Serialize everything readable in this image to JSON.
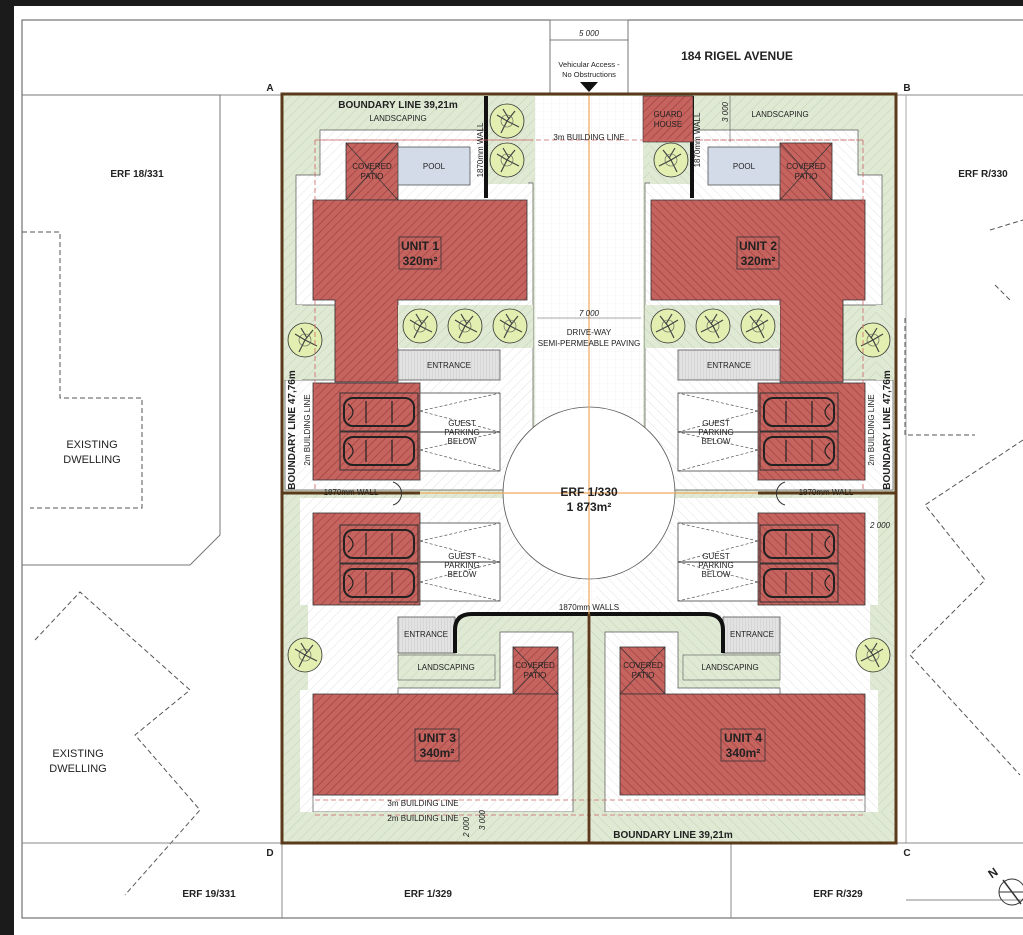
{
  "street": "184 RIGEL AVENUE",
  "access": {
    "dimension": "5 000",
    "line1": "Vehicular Access -",
    "line2": "No Obstructions"
  },
  "corners": {
    "a": "A",
    "b": "B",
    "c": "C",
    "d": "D"
  },
  "neighbours": {
    "erf_18_331": "ERF 18/331",
    "erf_r_330": "ERF R/330",
    "erf_19_331": "ERF 19/331",
    "erf_1_329": "ERF 1/329",
    "erf_r_329": "ERF R/329",
    "existing_1": [
      "EXISTING",
      "DWELLING"
    ],
    "existing_2": [
      "EXISTING",
      "DWELLING"
    ]
  },
  "site": {
    "erf": "ERF 1/330",
    "area": "1 873m²"
  },
  "boundaries": {
    "top": "BOUNDARY LINE 39,21m",
    "bottom": "BOUNDARY LINE 39,21m",
    "left": "BOUNDARY LINE 47,76m",
    "right": "BOUNDARY LINE 47,76m"
  },
  "lines": {
    "building_3m_top": "3m BUILDING LINE",
    "building_3m_bottom": "3m BUILDING LINE",
    "building_2m_bottom": "2m BUILDING LINE",
    "building_2m_left": "2m BUILDING LINE",
    "building_2m_right": "2m BUILDING LINE",
    "wall_left": "1870mm WALL",
    "wall_right": "1870mm WALL",
    "wall_top_left": "1870mm WALL",
    "wall_top_right": "1870mm WALL",
    "walls_center": "1870mm WALLS"
  },
  "dimensions": {
    "driveway_width": "7 000",
    "top_right": "3 000",
    "bottom_a": "2 000",
    "bottom_b": "3 000",
    "right": "2 000"
  },
  "driveway": {
    "line1": "DRIVE-WAY",
    "line2": "SEMI-PERMEABLE PAVING"
  },
  "units": [
    {
      "name": "UNIT 1",
      "area": "320m²"
    },
    {
      "name": "UNIT 2",
      "area": "320m²"
    },
    {
      "name": "UNIT 3",
      "area": "340m²"
    },
    {
      "name": "UNIT 4",
      "area": "340m²"
    }
  ],
  "labels": {
    "landscaping": "LANDSCAPING",
    "covered_patio": [
      "COVERED",
      "PATIO"
    ],
    "pool": "POOL",
    "entrance": "ENTRANCE",
    "guest_parking": [
      "GUEST",
      "PARKING",
      "BELOW"
    ],
    "guard_house": [
      "GUARD",
      "HOUSE"
    ]
  },
  "north": "N",
  "colors": {
    "building": "#c5635f",
    "landscape": "#dfe9d4",
    "boundary": "#5a3a1a",
    "axis": "#f0a860",
    "pool": "#d3dbe8"
  }
}
